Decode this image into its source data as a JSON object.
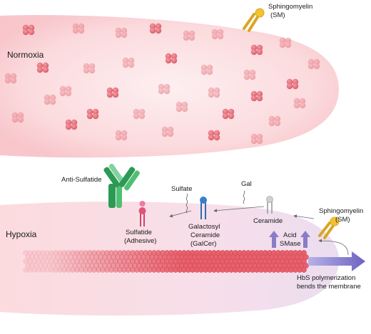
{
  "top_panel": {
    "condition_label": "Normoxia",
    "sm_label_line1": "Sphingomyelin",
    "sm_label_line2": "(SM)"
  },
  "bottom_panel": {
    "condition_label": "Hypoxia",
    "anti_sulfatide_label": "Anti-Sulfatide",
    "sulfate_label": "Sulfate",
    "gal_label": "Gal",
    "sulfatide_line1": "Sulfatide",
    "sulfatide_line2": "(Adhesive)",
    "galcer_line1": "Galactosyl",
    "galcer_line2": "Ceramide",
    "galcer_line3": "(GalCer)",
    "ceramide_label": "Ceramide",
    "acid_smase_line1": "Acid",
    "acid_smase_line2": "SMase",
    "sm_label_line1": "Sphingomyelin",
    "sm_label_line2": "(SM)",
    "hbs_line1": "HbS polymerization",
    "hbs_line2": "bends the membrane"
  },
  "colors": {
    "cell_fill": "#fbd9dc",
    "hb_red": "#e2606c",
    "hbs_fiber": "#e8606b",
    "sm_yellow": "#f2c230",
    "antibody_green": "#2c9a55",
    "sulfatide_pink": "#e0557a",
    "galcer_blue": "#3a7fc7",
    "ceramide_gray": "#b5b5b5",
    "arrow_purple": "#8a7cc7"
  }
}
